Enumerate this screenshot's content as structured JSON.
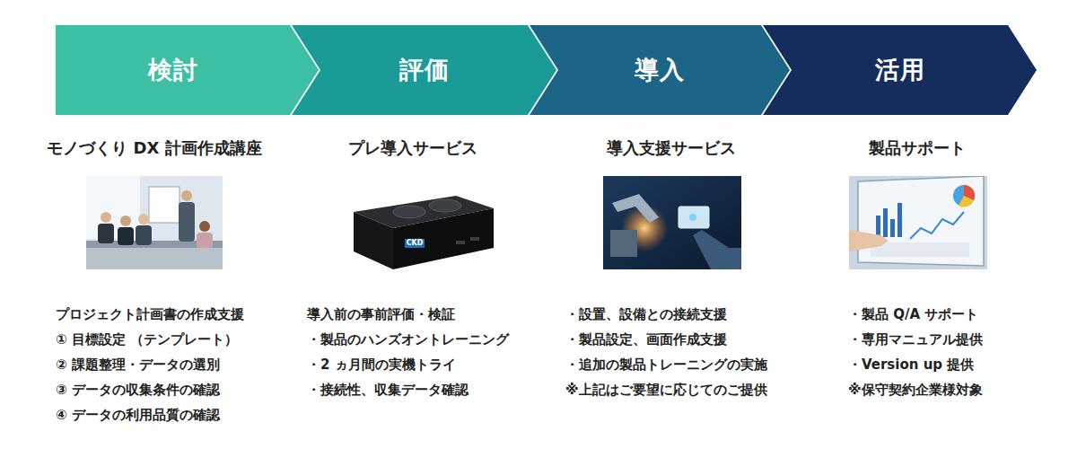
{
  "diagram": {
    "nodes": [
      {
        "text": [
          "検討"
        ]
      },
      {
        "text": [
          "評価"
        ]
      },
      {
        "text": [
          "導入"
        ]
      },
      {
        "text": [
          "活用"
        ]
      }
    ],
    "labels": [
      "モノづくり DX 計画作成講座",
      "プロジェクト計画書の作成支援",
      "① 目標設定 （テンプレート）",
      "② 課題整理・データの選別",
      "③ データの収集条件の確認",
      "④ データの利用品質の確認",
      "プレ導入サービス",
      "導入前の事前評価・検証",
      "・製品のハンズオントレーニング",
      "・2 ヵ月間の実機トライ",
      "・接続性、収集データ確認",
      "導入支援サービス",
      "・設置、設備との接続支援",
      "・製品設定、画面作成支援",
      "・追加の製品トレーニングの実施",
      "※上記はご要望に応じてのご提供",
      "製品サポート",
      "・製品 Q/A サポート",
      "・専用マニュアル提供",
      "・Version up 提供",
      "※保守契約企業様対象",
      "CKD"
    ]
  }
}
